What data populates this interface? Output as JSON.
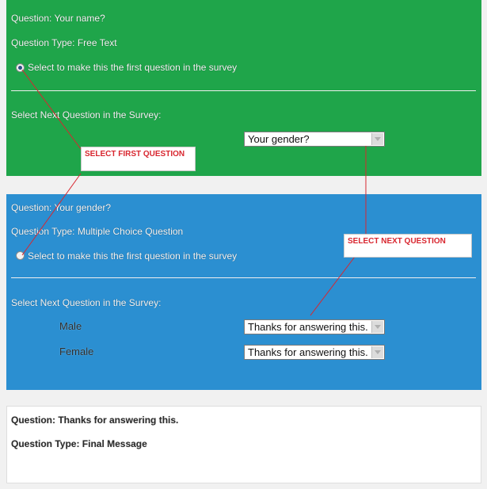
{
  "panels": [
    {
      "question": "Question: Your name?",
      "question_type": "Question Type: Free Text",
      "first_question_label": "Select to make this the first question in the survey",
      "first_question_checked": true,
      "next_question_label": "Select Next Question in the Survey:",
      "next_question_value": "Your gender?",
      "color": "#1fa54a"
    },
    {
      "question": "Question: Your gender?",
      "question_type": "Question Type: Multiple Choice Question",
      "first_question_label": "Select to make this the first question in the survey",
      "first_question_checked": false,
      "next_question_label": "Select Next Question in the Survey:",
      "options": [
        {
          "label": "Male",
          "next": "Thanks for answering this."
        },
        {
          "label": "Female",
          "next": "Thanks for answering this."
        }
      ],
      "color": "#2b8fd1"
    },
    {
      "question": "Question: Thanks for answering this.",
      "question_type": "Question Type: Final Message",
      "color": "#ffffff"
    }
  ],
  "callouts": {
    "first": "SELECT FIRST QUESTION",
    "next": "SELECT NEXT QUESTION",
    "color": "#d8262f"
  },
  "icons": {
    "radio": "radio-button-icon",
    "dropdown": "chevron-down-icon"
  }
}
